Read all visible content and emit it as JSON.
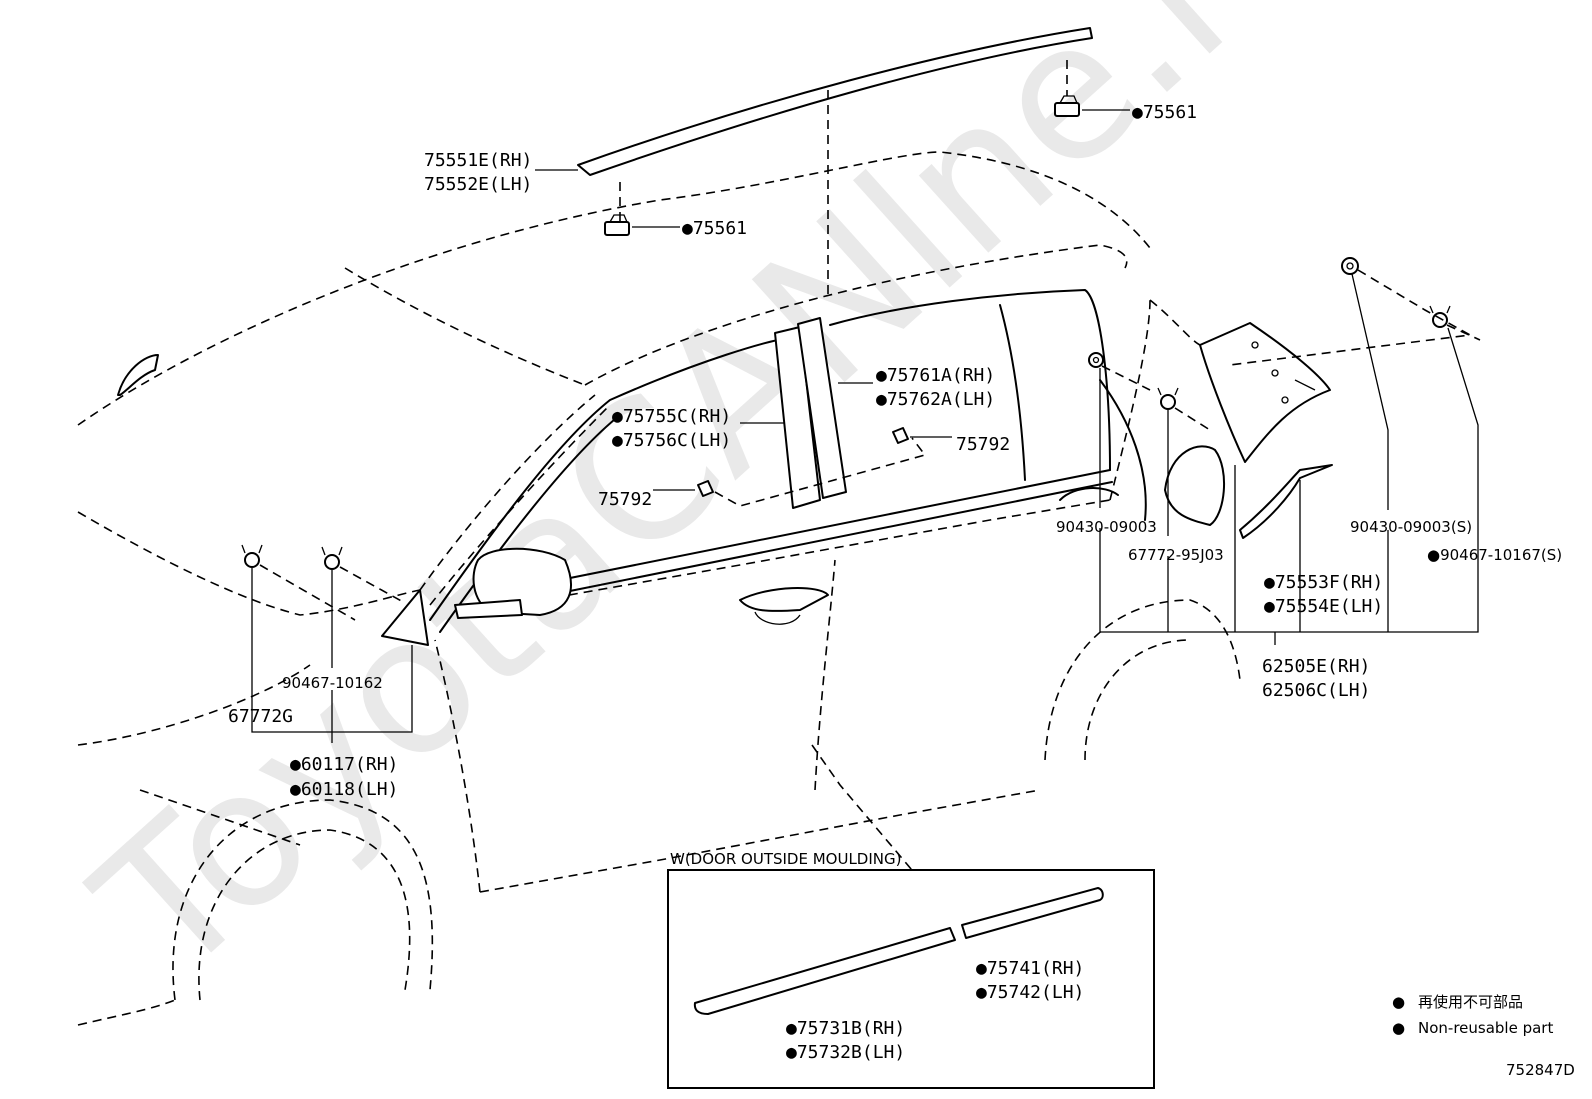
{
  "watermark": "ToyotaCANlne.ru",
  "diagram_id": "752847D",
  "inset_title": "W(DOOR OUTSIDE MOULDING)",
  "legend": {
    "marker": "●",
    "jp": "再使用不可部品",
    "en": "Non-reusable part"
  },
  "labels": {
    "roof_rh": "75551E(RH)",
    "roof_lh": "75552E(LH)",
    "clip_a": "●75561",
    "clip_b": "●75561",
    "pillar_front_rh": "●75755C(RH)",
    "pillar_front_lh": "●75756C(LH)",
    "pillar_rear_rh": "●75761A(RH)",
    "pillar_rear_lh": "●75762A(LH)",
    "clip_75792_a": "75792",
    "clip_75792_b": "75792",
    "clip_90430_a": "90430-09003",
    "clip_67772_95j03": "67772-95J03",
    "clip_90430_b": "90430-09003(S)",
    "clip_90467_10167": "●90467-10167(S)",
    "qtr_rh": "●75553F(RH)",
    "qtr_lh": "●75554E(LH)",
    "panel_rh": "62505E(RH)",
    "panel_lh": "62506C(LH)",
    "clip_90467_10162": "90467-10162",
    "clip_67772g": "67772G",
    "cover_rh": "●60117(RH)",
    "cover_lh": "●60118(LH)",
    "door_rear_rh": "●75741(RH)",
    "door_rear_lh": "●75742(LH)",
    "door_front_rh": "●75731B(RH)",
    "door_front_lh": "●75732B(LH)"
  }
}
